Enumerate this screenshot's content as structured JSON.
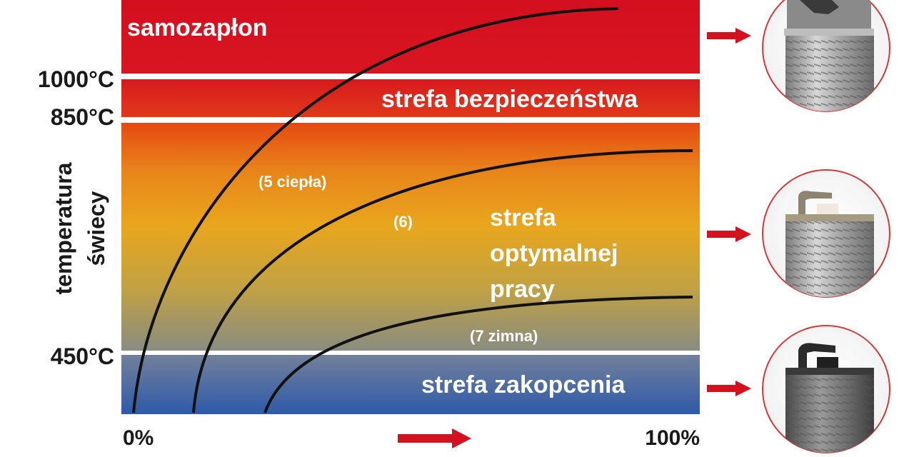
{
  "zones": [
    {
      "id": "autoignition",
      "label": "samozapłon",
      "color": "#d4111f"
    },
    {
      "id": "safety",
      "label": "strefa bezpieczeństwa",
      "color": "#d6261b"
    },
    {
      "id": "optimal",
      "label_lines": [
        "strefa",
        "optymalnej",
        "pracy"
      ],
      "colors": [
        "#e64e12",
        "#e9a21b",
        "#c9a83a",
        "#8f8d78"
      ]
    },
    {
      "id": "fouling",
      "label": "strefa zakopcenia",
      "colors": [
        "#6d7b98",
        "#2f59a8"
      ]
    }
  ],
  "temperatures": [
    "1000°C",
    "850°C",
    "450°C"
  ],
  "y_axis_label_lines": [
    "temperatura",
    "świecy"
  ],
  "x_axis": {
    "min_label": "0%",
    "max_label": "100%"
  },
  "curves": [
    {
      "label": "(5 ciepła)"
    },
    {
      "label": "(6)"
    },
    {
      "label": "(7 zimna)"
    }
  ],
  "colors": {
    "arrow": "#d4111f",
    "curve": "#111111",
    "divider": "#ffffff",
    "photo_ring": "#d23a3a"
  },
  "icons": [
    "spark-plug-overheated-photo",
    "spark-plug-normal-photo",
    "spark-plug-fouled-photo",
    "arrow-right-icon"
  ]
}
